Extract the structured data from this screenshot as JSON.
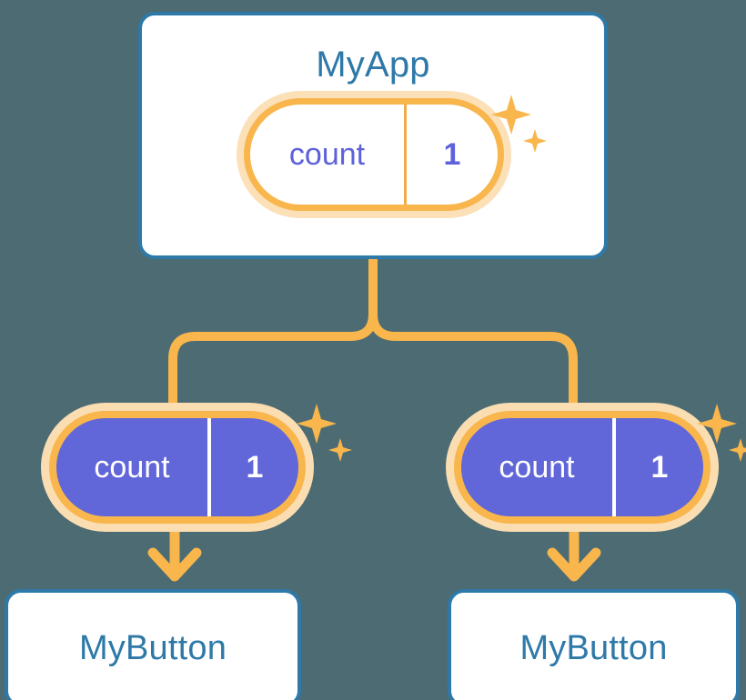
{
  "diagram": {
    "title_text": "MyApp",
    "type": "component-state-propagation-tree",
    "background_color": "#4d6b72",
    "colors": {
      "card_border": "#2e79a8",
      "card_title_text": "#2e79a8",
      "card_fill": "#ffffff",
      "pill_border": "#f8b64c",
      "pill_halo": "#fbddb2",
      "pill_child_fill": "#6166d8",
      "pill_root_fill": "#ffffff",
      "pill_root_text": "#5d61dc",
      "pill_child_text": "#ffffff",
      "connector": "#f8b64c",
      "sparkle": "#f8b64c"
    }
  },
  "root": {
    "title": "MyApp",
    "state_pill": {
      "key": "count",
      "value": "1",
      "sparkle_icon": "sparkles-icon"
    }
  },
  "children": [
    {
      "state_pill": {
        "key": "count",
        "value": "1",
        "sparkle_icon": "sparkles-icon"
      },
      "arrow_icon": "arrow-down-icon",
      "title": "MyButton"
    },
    {
      "state_pill": {
        "key": "count",
        "value": "1",
        "sparkle_icon": "sparkles-icon"
      },
      "arrow_icon": "arrow-down-icon",
      "title": "MyButton"
    }
  ]
}
